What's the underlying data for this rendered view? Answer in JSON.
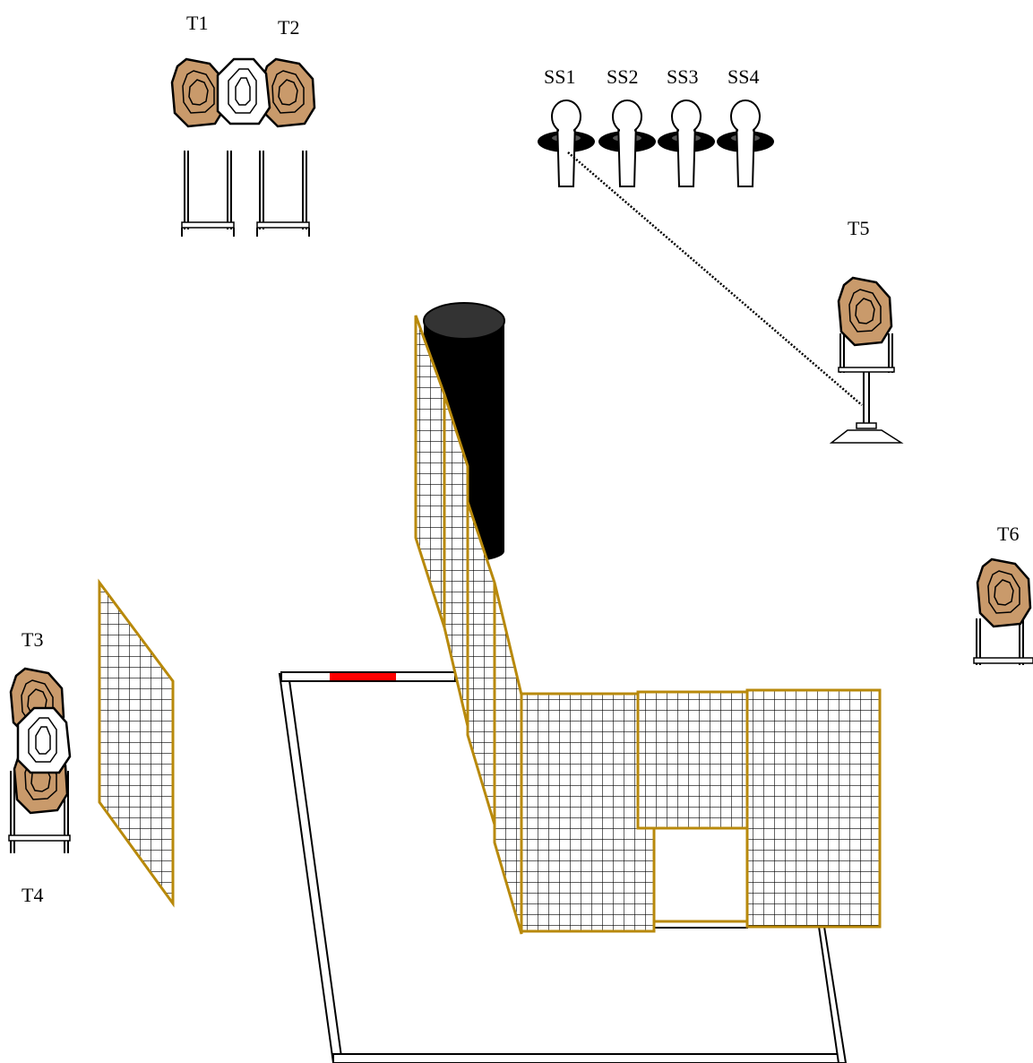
{
  "labels": {
    "t1": "T1",
    "t2": "T2",
    "t3": "T3",
    "t4": "T4",
    "t5": "T5",
    "t6": "T6",
    "ss1": "SS1",
    "ss2": "SS2",
    "ss3": "SS3",
    "ss4": "SS4"
  },
  "colors": {
    "paper_target": "#c99a6b",
    "no_shoot": "#ffffff",
    "wall_frame": "#b8890b",
    "grid_line": "#000000",
    "barrel": "#000000",
    "fault_marker": "#ff0000",
    "outline": "#000000"
  },
  "icons": {
    "paper_target": "paper-target-icon",
    "no_shoot": "no-shoot-target-icon",
    "steel_popper": "steel-popper-icon",
    "barrel": "barrel-icon",
    "mesh_wall": "mesh-wall-icon",
    "activator": "activator-plate-icon"
  }
}
